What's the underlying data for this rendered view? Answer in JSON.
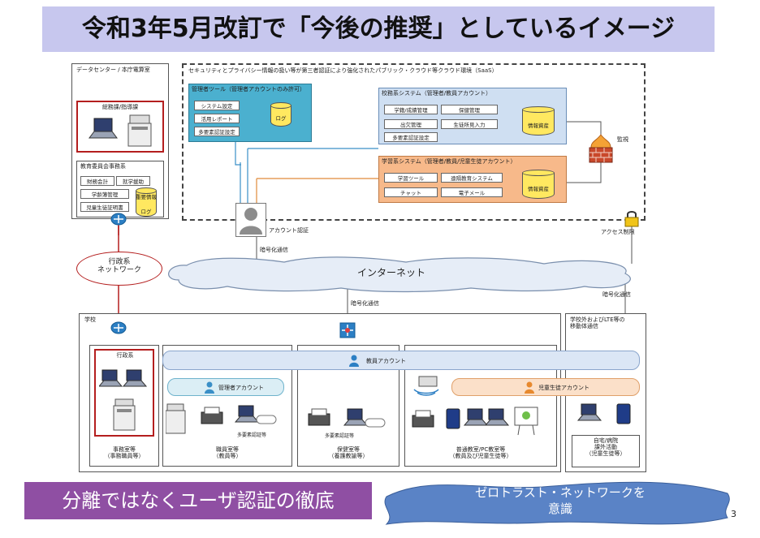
{
  "title": "令和3年5月改訂で「今後の推奨」としているイメージ",
  "datacenter": {
    "label": "データセンター / 本庁電算室"
  },
  "cloud_env": {
    "label": "セキュリティとプライバシー情報の扱い等が第三者認証により強化されたパブリック・クラウド等クラウド環境（SaaS）"
  },
  "admin_tool": {
    "label": "管理者ツール（管理者アカウントのみ許可）",
    "buttons": [
      "システム設定",
      "活用レポート",
      "多要素認証設定"
    ],
    "db": "ログ"
  },
  "school_affairs": {
    "label": "校務系システム（管理者/教員アカウント）",
    "buttons": [
      "学籍/成績管理",
      "保健管理",
      "出欠管理",
      "生徒所見入力",
      "多要素認証設定"
    ],
    "db": "情報資産"
  },
  "learning": {
    "label": "学習系システム（管理者/教員/児童生徒アカウント）",
    "buttons": [
      "学習ツール",
      "遠隔教育システム",
      "チャット",
      "電子メール"
    ],
    "db": "情報資産"
  },
  "monitor": "監視",
  "access_control": "アクセス制限",
  "general_affairs": {
    "label": "総務課/指導課"
  },
  "board": {
    "label": "教育委員会事務系",
    "buttons": [
      "財務会計",
      "就学援助",
      "学齢簿管理",
      "児童生徒証明書"
    ],
    "db_top": "重要情報",
    "db_bottom": "ログ"
  },
  "account_auth": "アカウント認証",
  "encrypted": "暗号化通信",
  "admin_network": "行政系\nネットワーク",
  "internet": "インターネット",
  "school": {
    "label": "学校"
  },
  "mobile": {
    "label": "学校外およびLTE等の\n移動体通信"
  },
  "teacher_account": "教員アカウント",
  "admin_account": "管理者アカウント",
  "student_account": "児童生徒アカウント",
  "mfa": "多要素認証等",
  "rooms": {
    "admin_inner": "行政系",
    "office": "事務室等\n（事務職員等）",
    "staff": "職員室等\n（教員等）",
    "health": "保健室等\n（養護教諭等）",
    "classroom": "普通教室/PC教室等\n（教員及び児童生徒等）",
    "home": "自宅/病院\n課外活動\n（児童生徒等）"
  },
  "footer_left": "分離ではなくユーザ認証の徹底",
  "footer_right": "ゼロトラスト・ネットワークを\n意識",
  "page_number": "3"
}
